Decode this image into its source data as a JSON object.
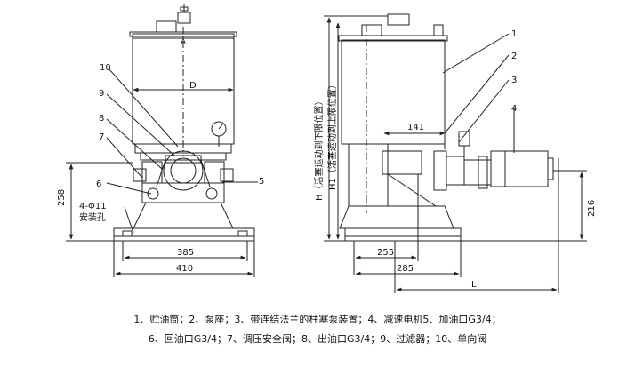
{
  "front_view": {
    "dims": {
      "width_385": "385",
      "width_410": "410",
      "height_258": "258",
      "diameter_D": "D"
    },
    "callouts": [
      "10",
      "9",
      "8",
      "7",
      "6",
      "5"
    ],
    "mounting_hole": "4-Φ11",
    "mounting_label": "安装孔",
    "section_mark": "A"
  },
  "side_view": {
    "dims": {
      "width_141": "141",
      "width_255": "255",
      "width_285": "285",
      "height_216": "216",
      "length_L": "L"
    },
    "callouts": [
      "1",
      "2",
      "3",
      "4"
    ],
    "height_H_label": "H（活塞运动到下限位置）",
    "height_H1_label": "H1（活塞运动到上限位置）"
  },
  "caption": {
    "line1": "1、贮油筒；2、泵座；3、带连结法兰的柱塞泵装置；4、减速电机5、加油口G3/4；",
    "line2": "6、回油口G3/4；7、调压安全阀；8、出油口G3/4；9、过滤器；10、单向阀"
  }
}
